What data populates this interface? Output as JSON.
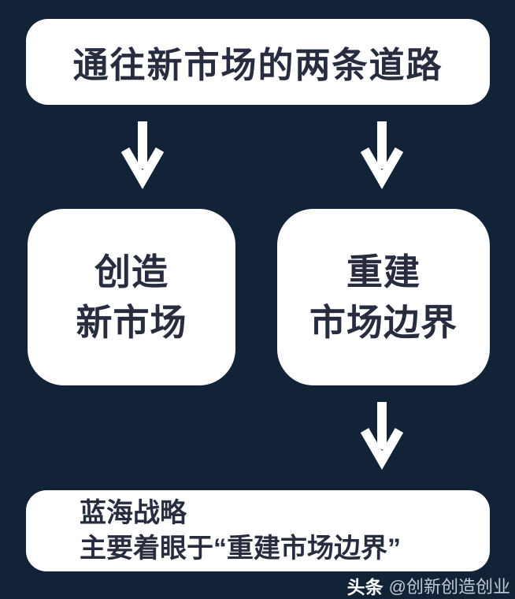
{
  "colors": {
    "bg": "#122338",
    "box-fill": "#ffffff",
    "box-text": "#272d3f",
    "arrow": "#ffffff",
    "wm-brand": "#ffffff",
    "wm-handle": "#c3c9d4"
  },
  "diagram": {
    "title_box": {
      "label": "通往新市场的两条道路"
    },
    "left_box": {
      "line1": "创造",
      "line2": "新市场"
    },
    "right_box": {
      "line1": "重建",
      "line2": "市场边界"
    },
    "bottom_box": {
      "line1": "蓝海战略",
      "line2": "主要着眼于“重建市场边界”"
    }
  },
  "watermark": {
    "brand": "头条",
    "handle": "@创新创造创业"
  }
}
